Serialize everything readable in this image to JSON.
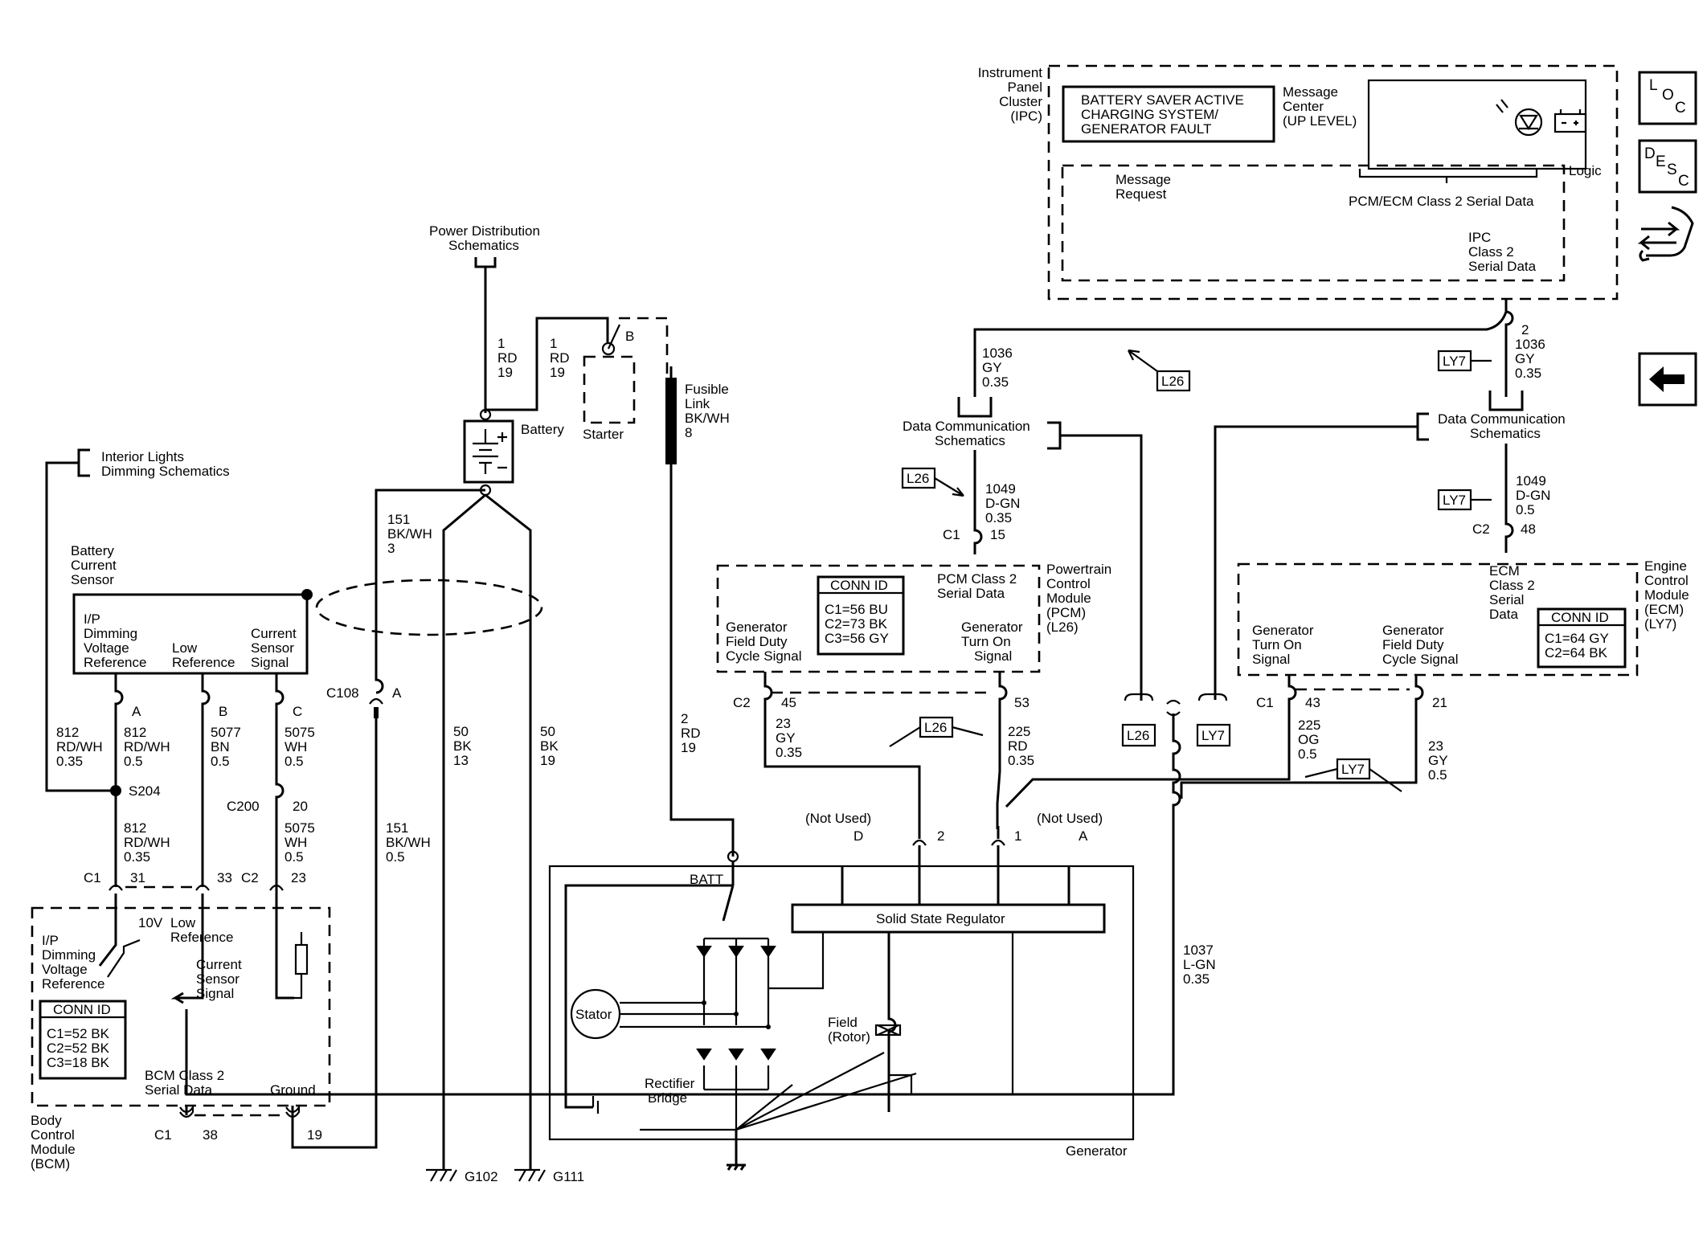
{
  "modules": {
    "ipc": {
      "name": "Instrument Panel Cluster (IPC)",
      "msg_box": "BATTERY SAVER ACTIVE CHARGING SYSTEM/ GENERATOR FAULT",
      "msg_center": "Message Center (UP LEVEL)",
      "msg_request": "Message Request",
      "serial_top": "PCM/ECM Class 2 Serial Data",
      "logic": "Logic",
      "ipc_serial": "IPC Class 2 Serial Data"
    },
    "pcm": {
      "name": "Powertrain Control Module (PCM) (L26)",
      "serial": "PCM Class 2 Serial Data",
      "field_duty": "Generator Field Duty Cycle Signal",
      "turn_on": "Generator Turn On Signal",
      "conn_title": "CONN ID",
      "conn": [
        "C1=56 BU",
        "C2=73 BK",
        "C3=56 GY"
      ]
    },
    "ecm": {
      "name": "Engine Control Module (ECM) (LY7)",
      "serial": "ECM Class 2 Serial Data",
      "turn_on": "Generator Turn On Signal",
      "field_duty": "Generator Field Duty Cycle Signal",
      "conn_title": "CONN ID",
      "conn": [
        "C1=64 GY",
        "C2=64 BK"
      ]
    },
    "bcm": {
      "name": "Body Control Module (BCM)",
      "dimming": "I/P Dimming Voltage Reference",
      "v10": "10V",
      "low_ref": "Low Reference",
      "current_signal": "Current Sensor Signal",
      "serial": "BCM Class 2 Serial Data",
      "ground": "Ground",
      "conn_title": "CONN ID",
      "conn": [
        "C1=52 BK",
        "C2=52 BK",
        "C3=18 BK"
      ]
    },
    "sensor": {
      "name": "Battery Current Sensor",
      "dimming": "I/P Dimming Voltage Reference",
      "low_ref": "Low Reference",
      "current_signal": "Current Sensor Signal"
    },
    "generator": {
      "name": "Generator",
      "regulator": "Solid State Regulator",
      "stator": "Stator",
      "field": "Field (Rotor)",
      "rectifier": "Rectifier Bridge",
      "batt": "BATT",
      "not_used": "(Not Used)"
    }
  },
  "refs": {
    "power_dist": "Power Distribution Schematics",
    "interior": "Interior Lights Dimming Schematics",
    "data_comm": "Data Communication Schematics",
    "battery": "Battery",
    "starter": "Starter",
    "fusible": "Fusible Link BK/WH 8"
  },
  "wires": [
    "1 RD 19",
    "1 RD 19",
    "151 BK/WH 3",
    "151 BK/WH 0.5",
    "50 BK 13",
    "50 BK 19",
    "2 RD 19",
    "812 RD/WH 0.35",
    "812 RD/WH 0.5",
    "5077 BN 0.5",
    "5075 WH 0.5",
    "812 RD/WH 0.35",
    "5075 WH 0.5",
    "1036 GY 0.35",
    "1036 GY 0.35",
    "1049 D-GN 0.35",
    "1049 D-GN 0.5",
    "23 GY 0.35",
    "225 RD 0.35",
    "225 OG 0.5",
    "23 GY 0.5",
    "1037 L-GN 0.35"
  ],
  "pins": [
    "A",
    "B",
    "C",
    "C108",
    "A",
    "S204",
    "C200",
    "20",
    "C1",
    "31",
    "33",
    "C2",
    "23",
    "C1",
    "38",
    "19",
    "C1",
    "15",
    "C2",
    "45",
    "53",
    "C1",
    "43",
    "21",
    "C2",
    "48",
    "2",
    "D",
    "2",
    "1",
    "A",
    "B"
  ],
  "grounds": [
    "G102",
    "G111"
  ],
  "options": [
    "L26",
    "LY7"
  ],
  "nav_icons": [
    "loc-icon",
    "desc-icon",
    "connector-icon",
    "back-arrow-icon"
  ],
  "nav_text": {
    "loc": [
      "L",
      "O",
      "C"
    ],
    "desc": [
      "D",
      "E",
      "S",
      "C"
    ]
  }
}
